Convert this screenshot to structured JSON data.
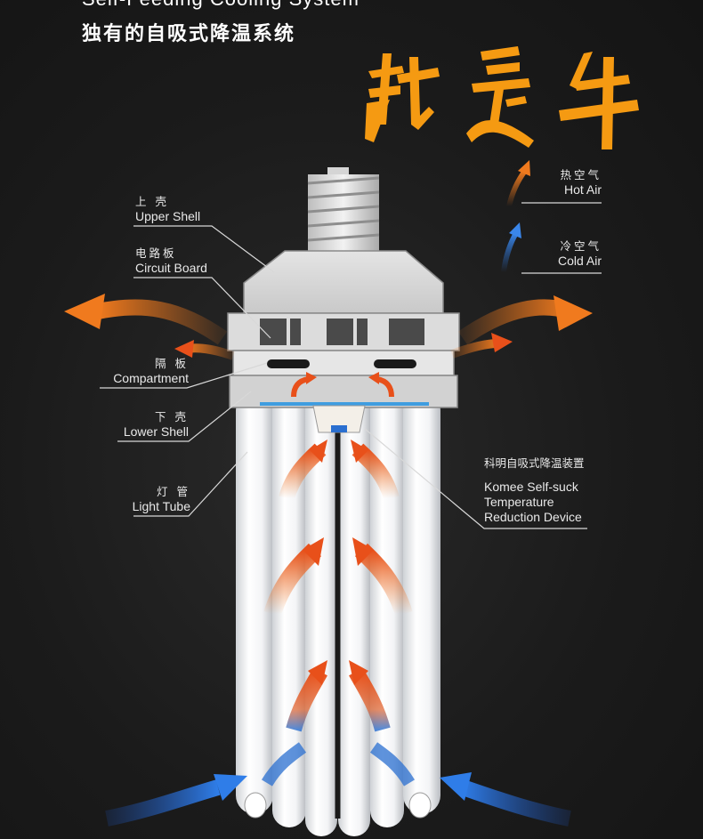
{
  "header": {
    "title_en": "Self-Feeding Cooling System",
    "title_zh": "独有的自吸式降温系统"
  },
  "logo": {
    "text": "就是牛"
  },
  "legend": {
    "hot_zh": "热空气",
    "hot_en": "Hot Air",
    "cold_zh": "冷空气",
    "cold_en": "Cold Air"
  },
  "callouts": {
    "upper_shell_zh": "上 壳",
    "upper_shell_en": "Upper Shell",
    "circuit_board_zh": "电路板",
    "circuit_board_en": "Circuit Board",
    "compartment_zh": "隔 板",
    "compartment_en": "Compartment",
    "lower_shell_zh": "下 壳",
    "lower_shell_en": "Lower Shell",
    "light_tube_zh": "灯 管",
    "light_tube_en": "Light Tube",
    "device_zh": "科明自吸式降温装置",
    "device_en_1": "Komee Self-suck",
    "device_en_2": "Temperature",
    "device_en_3": "Reduction Device"
  },
  "colors": {
    "hot": "#f07a1e",
    "cold": "#2a6fd0",
    "logo": "#f59a12",
    "label_line": "#d8d8d8"
  }
}
